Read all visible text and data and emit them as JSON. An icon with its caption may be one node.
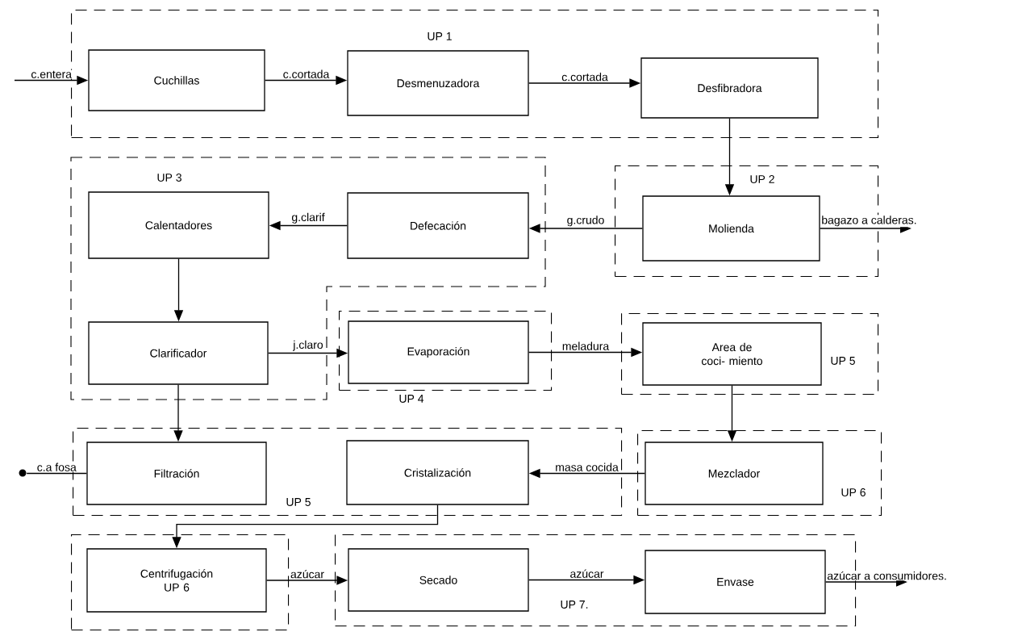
{
  "diagram": {
    "nodes": [
      {
        "text": [
          "UP 1"
        ]
      },
      {
        "text": [
          "Cuchillas"
        ],
        "in": 0
      },
      {
        "text": [
          "Desmenuzadora"
        ],
        "in": 0
      },
      {
        "text": [
          "Desfibradora"
        ],
        "in": 0
      },
      {
        "text": [
          "UP 3"
        ]
      },
      {
        "text": [
          "Calentadores"
        ],
        "in": 4
      },
      {
        "text": [
          "Defecación"
        ],
        "in": 4
      },
      {
        "text": [
          "UP 2"
        ]
      },
      {
        "text": [
          "Molienda"
        ],
        "in": 7
      },
      {
        "text": [
          "Clarificador"
        ],
        "in": 4
      },
      {
        "text": [
          "UP 4"
        ]
      },
      {
        "text": [
          "Evaporación"
        ],
        "in": 10
      },
      {
        "text": [
          "UP 5"
        ]
      },
      {
        "text": [
          "Area de coci- miento"
        ],
        "in": 12
      },
      {
        "text": [
          "UP 5"
        ]
      },
      {
        "text": [
          "Filtración"
        ],
        "in": 14
      },
      {
        "text": [
          "Cristalización"
        ],
        "in": 14
      },
      {
        "text": [
          "UP 6"
        ]
      },
      {
        "text": [
          "Mezclador"
        ],
        "in": 17
      },
      {
        "text": [],
        "shape": "box"
      },
      {
        "text": [
          "Centrifugación",
          "UP 6"
        ],
        "in": 19
      },
      {
        "text": [
          "UP 7."
        ]
      },
      {
        "text": [
          "Secado"
        ],
        "in": 21
      },
      {
        "text": [
          "Envase"
        ],
        "in": 21
      },
      {
        "text": [],
        "shape": "circle"
      }
    ],
    "edges": [
      {
        "from": null,
        "to": 1,
        "arrow": "to",
        "label": "c.entera"
      },
      {
        "from": 1,
        "to": 2,
        "arrow": "to",
        "label": "c.cortada"
      },
      {
        "from": 2,
        "to": 3,
        "arrow": "to",
        "label": "c.cortada"
      },
      {
        "from": 3,
        "to": 8,
        "arrow": "to"
      },
      {
        "from": 8,
        "to": 6,
        "arrow": "to",
        "label": "g.crudo"
      },
      {
        "from": 8,
        "to": null,
        "arrow": "to",
        "label": "bagazo a calderas."
      },
      {
        "from": 6,
        "to": 5,
        "arrow": "to",
        "label": "g.clarif"
      },
      {
        "from": 5,
        "to": 9,
        "arrow": "to"
      },
      {
        "from": 9,
        "to": 11,
        "arrow": "to",
        "label": "j.claro"
      },
      {
        "from": 11,
        "to": 13,
        "arrow": "to",
        "label": "meladura"
      },
      {
        "from": 13,
        "to": 18,
        "arrow": "to"
      },
      {
        "from": 18,
        "to": 16,
        "arrow": "to",
        "label": "masa cocida"
      },
      {
        "from": 9,
        "to": 15,
        "arrow": "to"
      },
      {
        "from": 15,
        "to": 24,
        "arrow": "none",
        "label": "c.a fosa"
      },
      {
        "from": 16,
        "to": 20,
        "arrow": "to"
      },
      {
        "from": 20,
        "to": 22,
        "arrow": "to",
        "label": "azúcar"
      },
      {
        "from": 22,
        "to": 23,
        "arrow": "to",
        "label": "azúcar"
      },
      {
        "from": 23,
        "to": null,
        "arrow": "to",
        "label": "azúcar a consumidores."
      }
    ]
  }
}
